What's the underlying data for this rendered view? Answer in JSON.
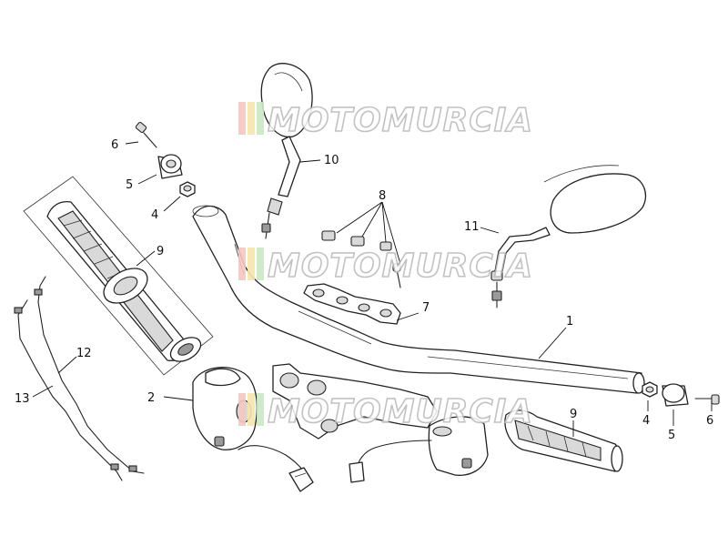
{
  "watermark": {
    "text": "MOTOMURCIA",
    "stripe_colors": [
      "#f3c7c7",
      "#f4e6a8",
      "#c9e8c3"
    ]
  },
  "callouts": {
    "handlebar": "1",
    "left_switch": "2",
    "end_weight_left": "5",
    "end_weight_right": "5",
    "screw_left": "6",
    "screw_right": "6",
    "spacer_left": "4",
    "spacer_right": "4",
    "riser_clamp": "7",
    "clamp_bolts": "8",
    "grip_left": "9",
    "grip_right": "9",
    "mirror_left": "10",
    "mirror_right": "11",
    "cable_12": "12",
    "cable_13": "13"
  }
}
